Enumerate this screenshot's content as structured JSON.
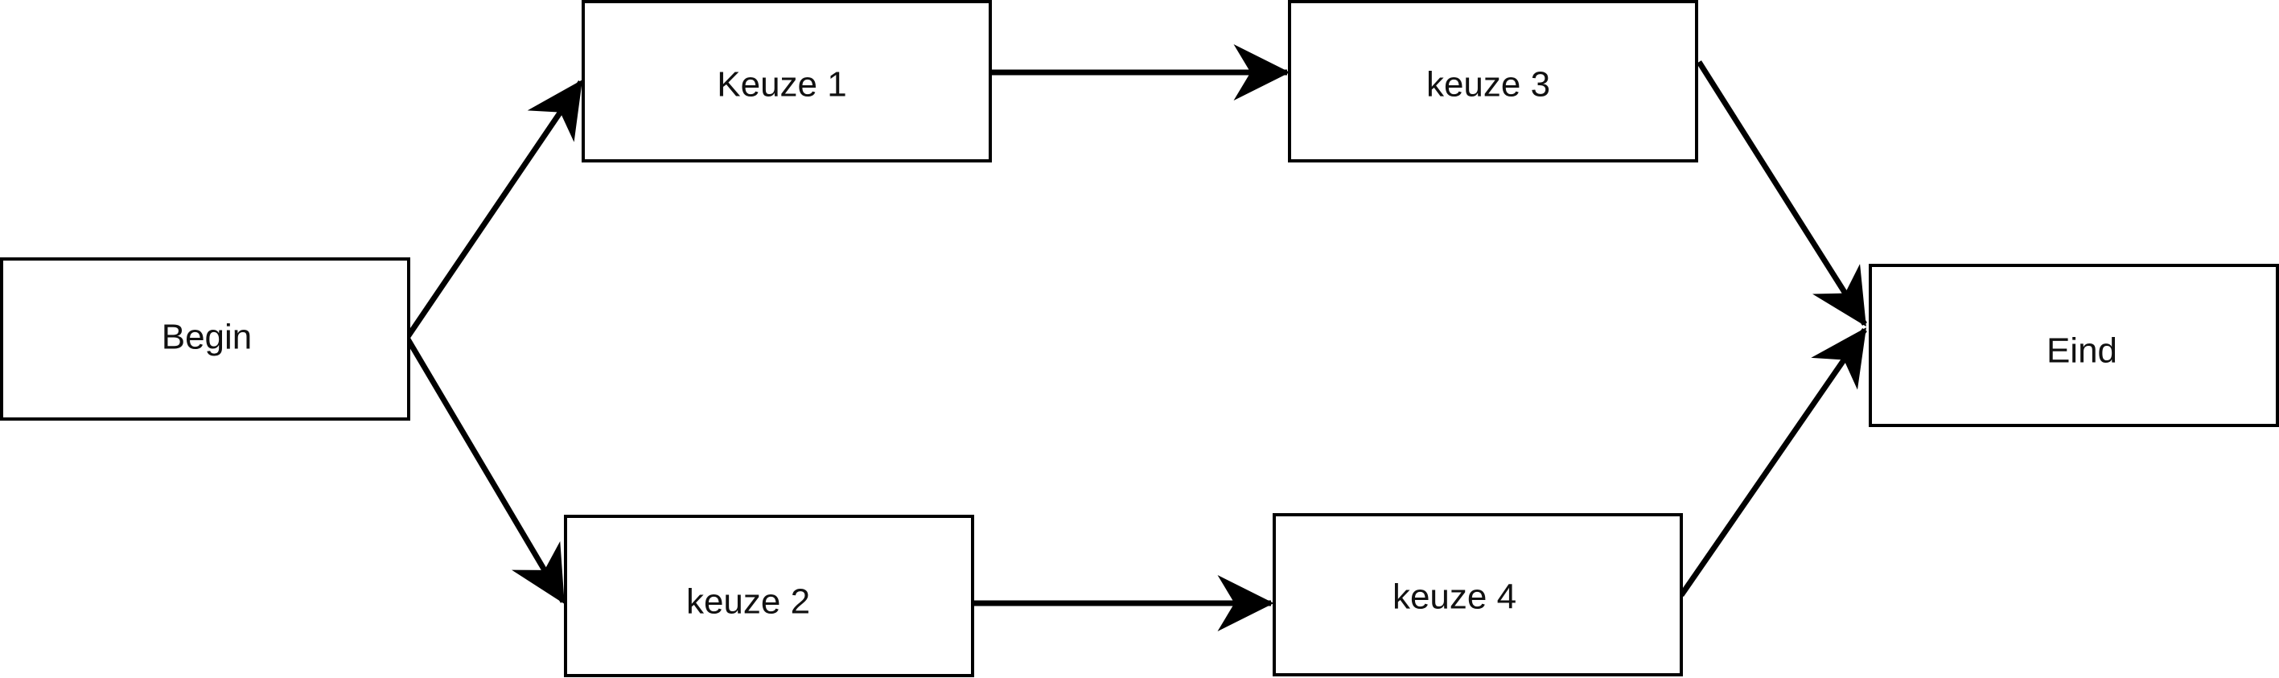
{
  "diagram": {
    "nodes": {
      "begin": "Begin",
      "keuze1": "Keuze 1",
      "keuze2": "keuze 2",
      "keuze3": "keuze 3",
      "keuze4": "keuze 4",
      "eind": "Eind"
    },
    "edges": [
      {
        "from": "Begin",
        "to": "Keuze 1"
      },
      {
        "from": "Begin",
        "to": "keuze 2"
      },
      {
        "from": "Keuze 1",
        "to": "keuze 3"
      },
      {
        "from": "keuze 2",
        "to": "keuze 4"
      },
      {
        "from": "keuze 3",
        "to": "Eind"
      },
      {
        "from": "keuze 4",
        "to": "Eind"
      }
    ],
    "colors": {
      "stroke": "#000000",
      "background": "#ffffff"
    }
  }
}
